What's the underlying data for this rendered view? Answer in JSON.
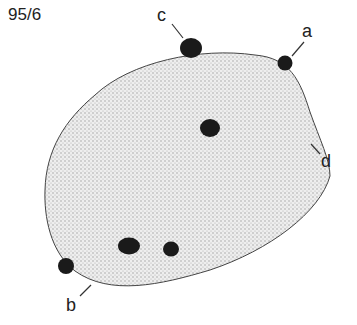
{
  "diagram": {
    "labels": [
      "95/6",
      "c",
      "a",
      "d",
      "b"
    ]
  }
}
